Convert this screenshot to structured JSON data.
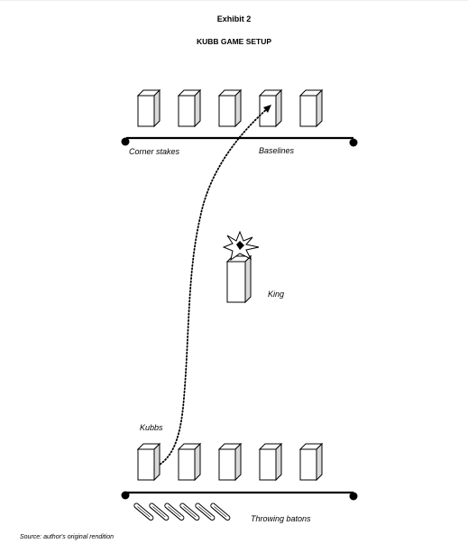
{
  "header": {
    "exhibit_label": "Exhibit 2",
    "title": "KUBB GAME SETUP"
  },
  "labels": {
    "corner_stakes": "Corner stakes",
    "baselines": "Baselines",
    "king": "King",
    "kubbs": "Kubbs",
    "throwing_batons": "Throwing batons"
  },
  "source": "Source:  author's original rendition",
  "colors": {
    "ink": "#000000",
    "paper": "#ffffff",
    "block_side": "#d9d9d9"
  },
  "counts": {
    "kubbs_per_baseline": 5,
    "throwing_batons": 6
  }
}
